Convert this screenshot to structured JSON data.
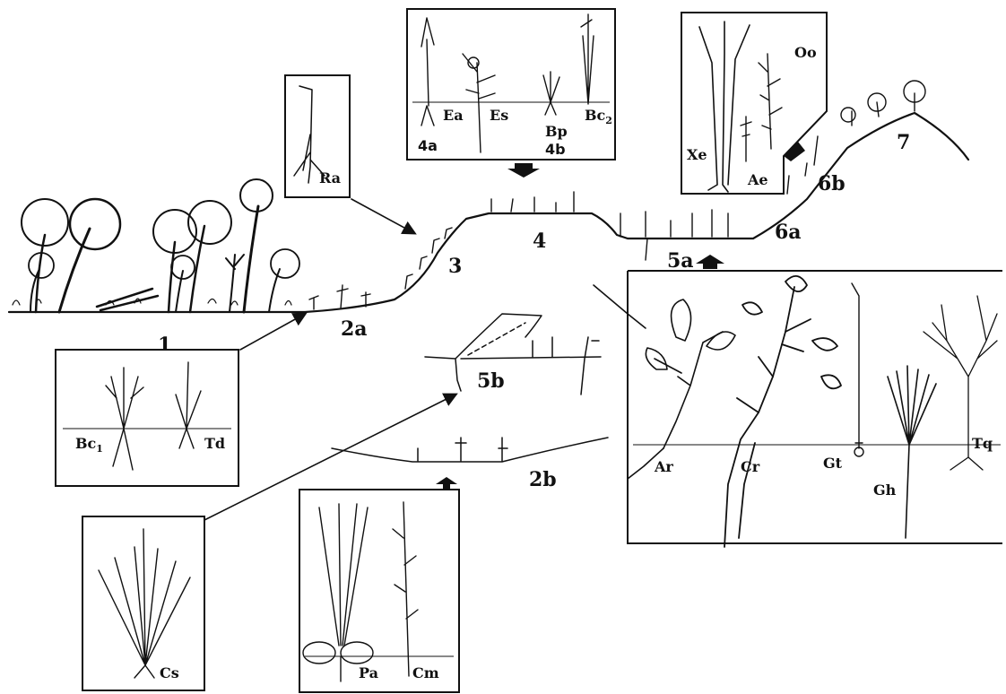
{
  "zones": {
    "z1": "1",
    "z2a": "2a",
    "z2b": "2b",
    "z3": "3",
    "z4": "4",
    "z4a": "4a",
    "z4b": "4b",
    "z5a": "5a",
    "z5b": "5b",
    "z6a": "6a",
    "z6b": "6b",
    "z7": "7"
  },
  "species": {
    "Ra": "Ra",
    "Ea": "Ea",
    "Es": "Es",
    "Bp": "Bp",
    "Bc2": "Bc",
    "Bc2_sub": "2",
    "Xe": "Xe",
    "Oo": "Oo",
    "Ae": "Ae",
    "Bc1": "Bc",
    "Bc1_sub": "1",
    "Td": "Td",
    "Cs": "Cs",
    "Pa": "Pa",
    "Cm": "Cm",
    "Ar": "Ar",
    "Cr": "Cr",
    "Gt": "Gt",
    "Gh": "Gh",
    "Tq": "Tq"
  },
  "colors": {
    "ink": "#111111",
    "background": "#ffffff"
  }
}
